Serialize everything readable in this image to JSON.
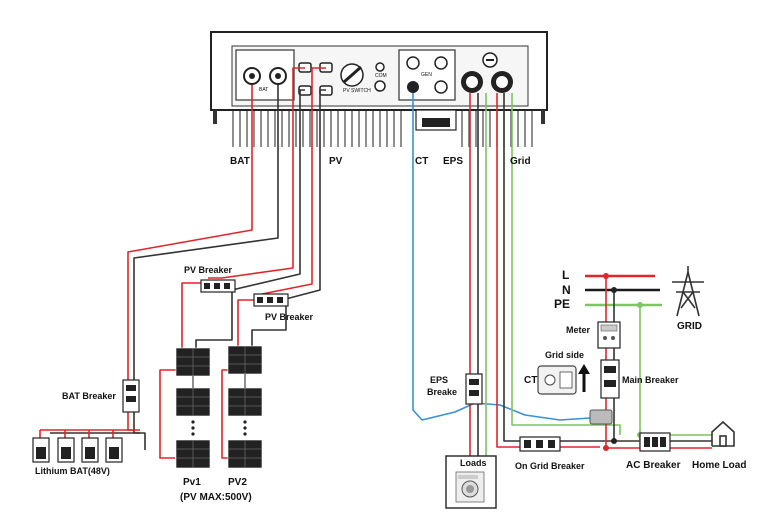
{
  "inverter": {
    "bat_port": "BAT",
    "pv_port": "PV",
    "ct_port": "CT",
    "eps_port": "EPS",
    "grid_port": "Grid",
    "panel_bat": "BAT",
    "panel_pv_switch": "PV SWITCH",
    "panel_com": "COM",
    "panel_gen": "GEN"
  },
  "labels": {
    "pv_breaker_1": "PV Breaker",
    "pv_breaker_2": "PV Breaker",
    "bat_breaker": "BAT Breaker",
    "battery": "Lithium BAT(48V)",
    "pv1": "Pv1",
    "pv2": "PV2",
    "pv_max": "(PV MAX:500V)",
    "eps_breaker_line1": "EPS",
    "eps_breaker_line2": "Breake",
    "loads": "Loads",
    "on_grid_breaker": "On Grid Breaker",
    "ac_breaker": "AC Breaker",
    "home_load": "Home Load",
    "grid_side": "Grid side",
    "ct": "CT",
    "meter": "Meter",
    "main_breaker": "Main Breaker",
    "line_l": "L",
    "line_n": "N",
    "line_pe": "PE",
    "grid": "GRID"
  },
  "colors": {
    "live": "#e0262a",
    "neutral": "#1a1a1a",
    "earth": "#7fc464",
    "ct_wire": "#3a8fd8",
    "inverter_body": "#ffffff",
    "panel": "#f2f2f2"
  },
  "icons": [
    "solar-panel-icon",
    "battery-icon",
    "circuit-breaker-icon",
    "house-icon",
    "pylon-icon",
    "meter-icon",
    "ct-clamp-icon",
    "washing-machine-icon",
    "arrow-up-icon"
  ]
}
